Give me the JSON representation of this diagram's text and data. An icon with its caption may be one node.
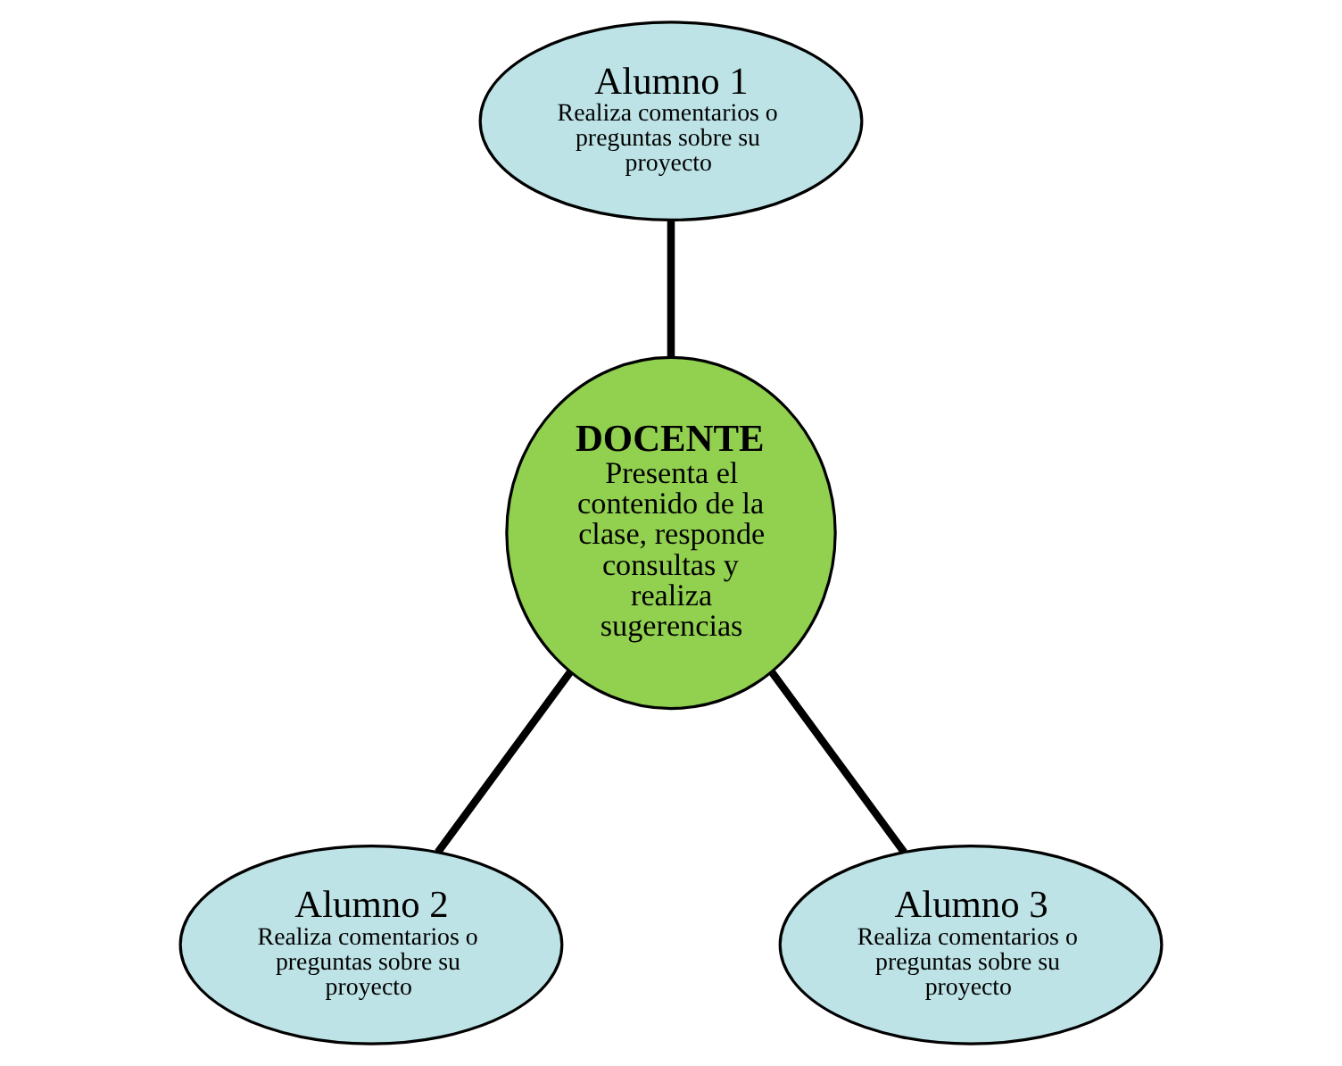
{
  "diagram": {
    "nodes": [
      {
        "text": [
          "Alumno 1",
          "Realiza comentarios o preguntas sobre su proyecto"
        ]
      },
      {
        "text": [
          "DOCENTE",
          "Presenta el contenido de la clase, responde consultas y realiza sugerencias"
        ]
      },
      {
        "text": [
          "Alumno 2",
          "Realiza comentarios o preguntas sobre su proyecto"
        ]
      },
      {
        "text": [
          "Alumno 3",
          "Realiza comentarios o preguntas sobre su proyecto"
        ]
      }
    ],
    "edges": [
      {
        "from": 0,
        "to": 1,
        "arrow": "none"
      },
      {
        "from": 1,
        "to": 2,
        "arrow": "none"
      },
      {
        "from": 1,
        "to": 3,
        "arrow": "none"
      }
    ]
  }
}
